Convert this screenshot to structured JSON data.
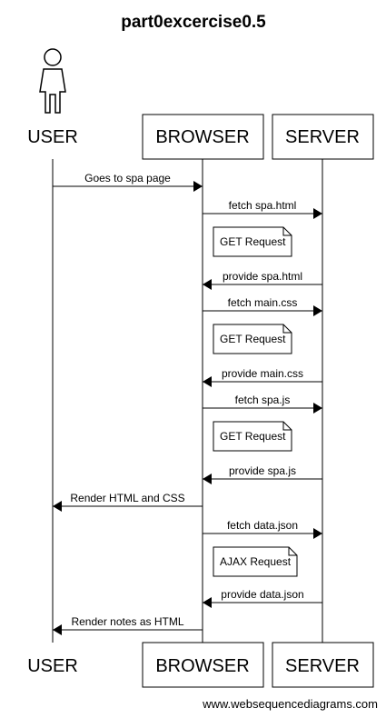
{
  "title": "part0excercise0.5",
  "participants": [
    {
      "id": "user",
      "label": "USER"
    },
    {
      "id": "browser",
      "label": "BROWSER"
    },
    {
      "id": "server",
      "label": "SERVER"
    }
  ],
  "messages": [
    {
      "from": "user",
      "to": "browser",
      "label": "Goes to spa page"
    },
    {
      "from": "browser",
      "to": "server",
      "label": "fetch spa.html"
    },
    {
      "note": "GET Request"
    },
    {
      "from": "server",
      "to": "browser",
      "label": "provide spa.html"
    },
    {
      "from": "browser",
      "to": "server",
      "label": "fetch main.css"
    },
    {
      "note": "GET Request"
    },
    {
      "from": "server",
      "to": "browser",
      "label": "provide main.css"
    },
    {
      "from": "browser",
      "to": "server",
      "label": "fetch spa.js"
    },
    {
      "note": "GET Request"
    },
    {
      "from": "server",
      "to": "browser",
      "label": "provide spa.js"
    },
    {
      "from": "browser",
      "to": "user",
      "label": "Render HTML and CSS"
    },
    {
      "from": "browser",
      "to": "server",
      "label": "fetch data.json"
    },
    {
      "note": "AJAX Request"
    },
    {
      "from": "server",
      "to": "browser",
      "label": "provide data.json"
    },
    {
      "from": "browser",
      "to": "user",
      "label": "Render notes as HTML"
    }
  ],
  "watermark": "www.websequencediagrams.com"
}
